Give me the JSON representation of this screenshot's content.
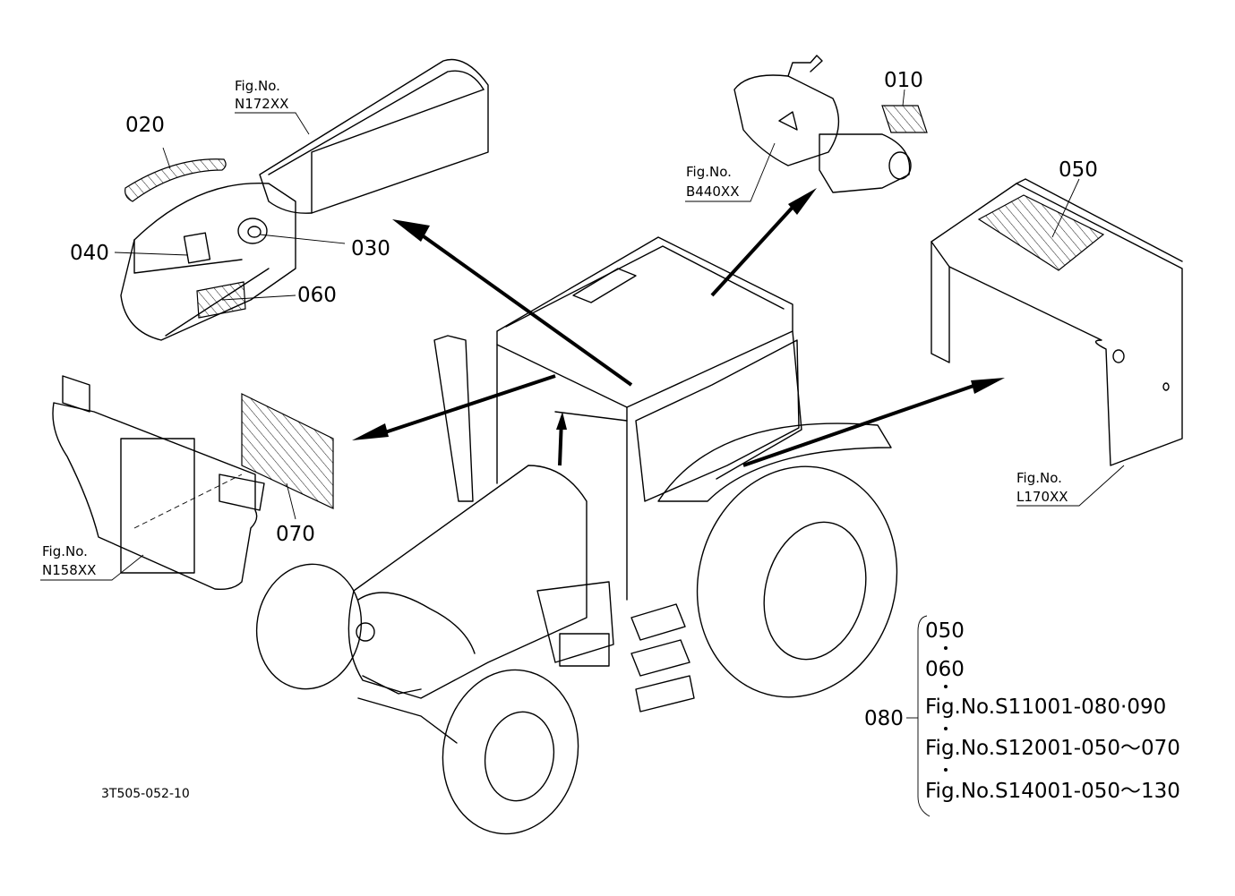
{
  "part_labels": {
    "p010": "010",
    "p020": "020",
    "p030": "030",
    "p040": "040",
    "p050": "050",
    "p060": "060",
    "p070": "070",
    "p080": "080"
  },
  "figure_refs": {
    "n172_line1": "Fig.No.",
    "n172_line2": "N172XX",
    "b440_line1": "Fig.No.",
    "b440_line2": "B440XX",
    "l170_line1": "Fig.No.",
    "l170_line2": "L170XX",
    "n158_line1": "Fig.No.",
    "n158_line2": "N158XX"
  },
  "legend": {
    "label": "080",
    "items": [
      "050",
      "060",
      "Fig.No.S11001-080·090",
      "Fig.No.S12001-050～070",
      "Fig.No.S14001-050～130"
    ]
  },
  "drawing_code": "3T505-052-10"
}
